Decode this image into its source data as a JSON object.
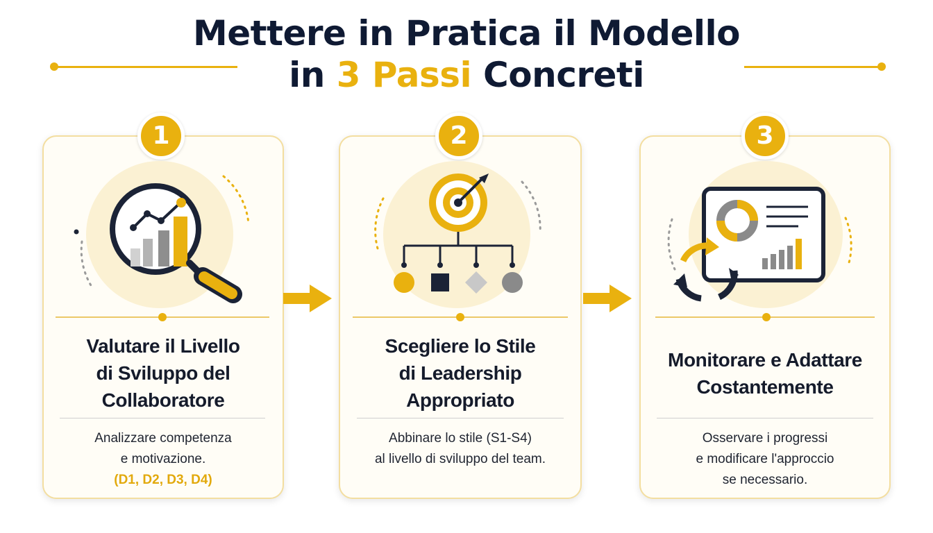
{
  "header": {
    "title_line1": "Mettere in Pratica il Modello",
    "title_line2_prefix": "in",
    "title_line2_accent": "3 Passi",
    "title_line2_suffix": "Concreti"
  },
  "colors": {
    "accent": "#e9b10f",
    "navy": "#0f1a33",
    "gray": "#8a8a8a",
    "halo": "#fbf1d3"
  },
  "steps": [
    {
      "number": "1",
      "icon": "magnifier-chart-icon",
      "title_lines": [
        "Valutare il Livello",
        "di Sviluppo del",
        "Collaboratore"
      ],
      "desc_lines": [
        "Analizzare competenza",
        "e motivazione."
      ],
      "highlight": "(D1, D2, D3, D4)"
    },
    {
      "number": "2",
      "icon": "target-hierarchy-icon",
      "title_lines": [
        "Scegliere lo Stile",
        "di Leadership",
        "Appropriato"
      ],
      "desc_lines": [
        "Abbinare lo stile (S1-S4)",
        "al livello di sviluppo del team."
      ],
      "highlight": ""
    },
    {
      "number": "3",
      "icon": "monitor-cycle-icon",
      "title_lines": [
        "Monitorare e Adattare",
        "Costantemente"
      ],
      "desc_lines": [
        "Osservare i progressi",
        "e modificare l'approccio",
        "se necessario."
      ],
      "highlight": ""
    }
  ]
}
